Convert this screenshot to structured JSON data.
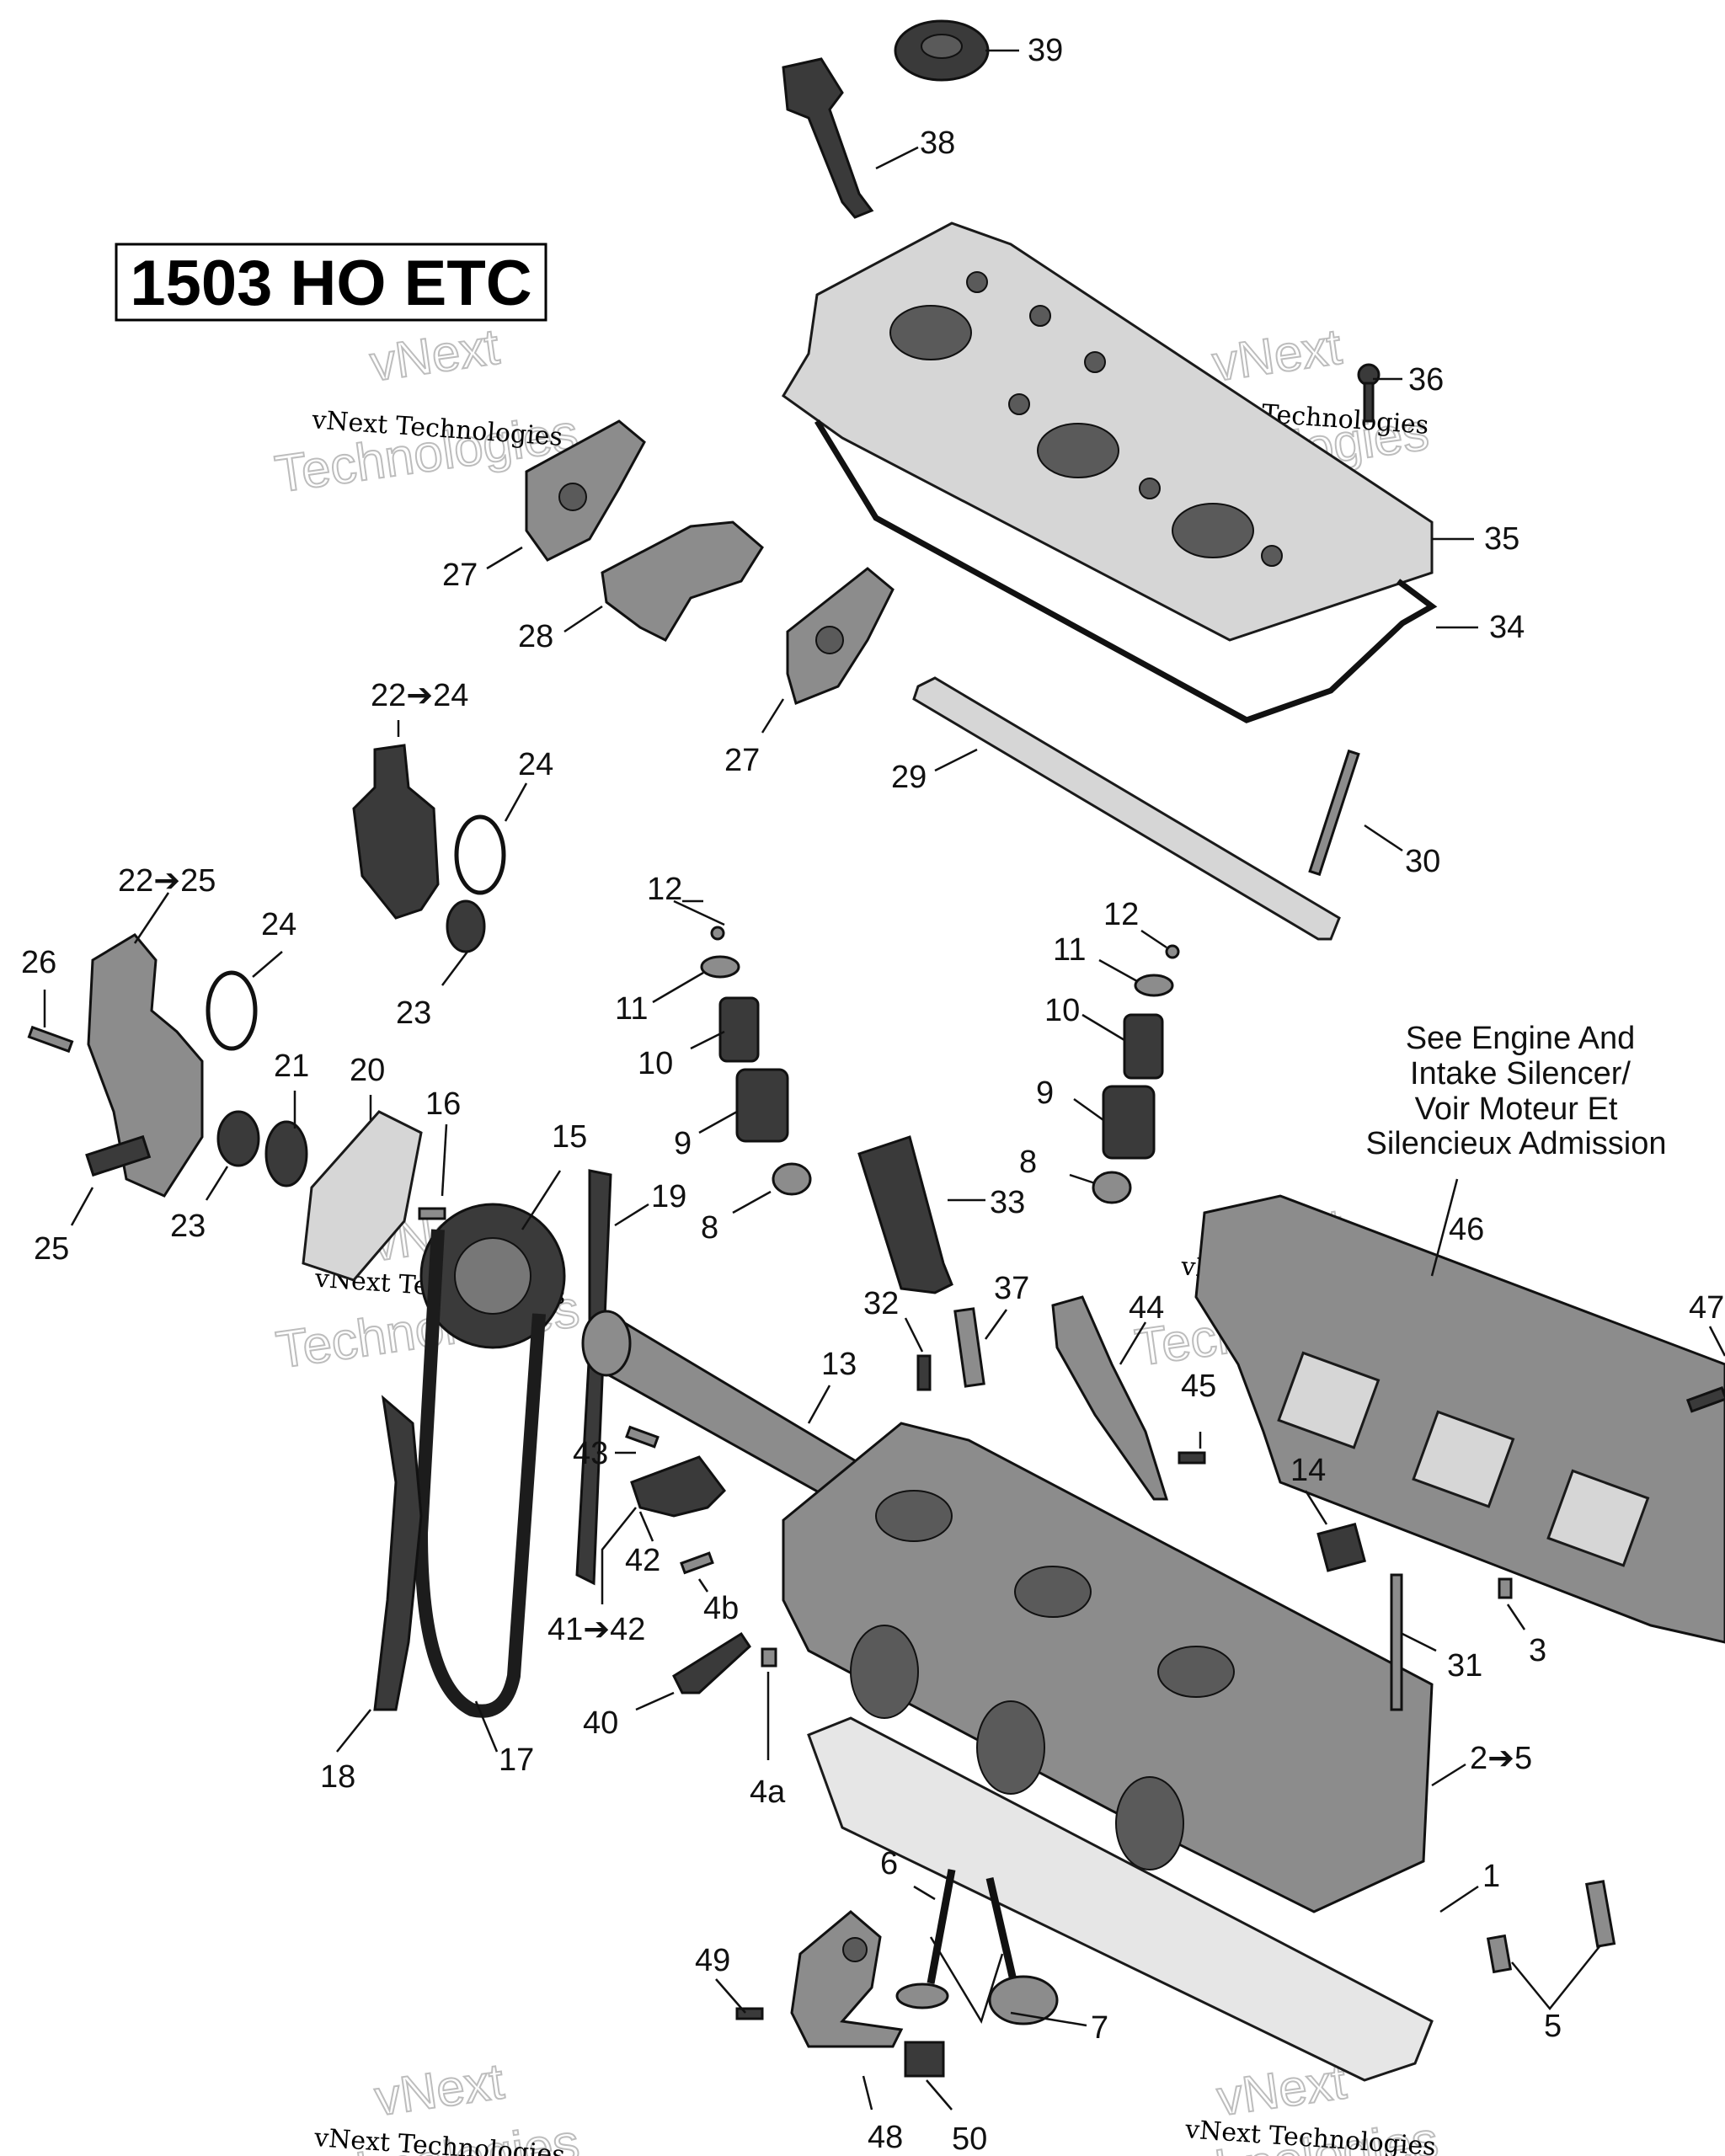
{
  "title": "1503 HO ETC",
  "note": {
    "lines": [
      "See Engine And",
      "Intake Silencer/",
      "Voir Moteur Et",
      "Silencieux Admission"
    ]
  },
  "watermark": {
    "brand": "vNext Technologies",
    "outline_top": "vNext",
    "outline_bottom": "Technologies"
  },
  "callouts": [
    "1",
    "2➔5",
    "3",
    "4a",
    "4b",
    "5",
    "6",
    "7",
    "8",
    "8",
    "9",
    "9",
    "10",
    "10",
    "11",
    "11",
    "12",
    "12",
    "13",
    "14",
    "15",
    "16",
    "17",
    "18",
    "19",
    "20",
    "21",
    "22➔24",
    "22➔25",
    "23",
    "23",
    "24",
    "24",
    "25",
    "26",
    "27",
    "27",
    "28",
    "29",
    "30",
    "31",
    "32",
    "33",
    "34",
    "35",
    "36",
    "37",
    "38",
    "39",
    "40",
    "41➔42",
    "42",
    "43",
    "44",
    "45",
    "46",
    "47",
    "48",
    "49",
    "50"
  ]
}
